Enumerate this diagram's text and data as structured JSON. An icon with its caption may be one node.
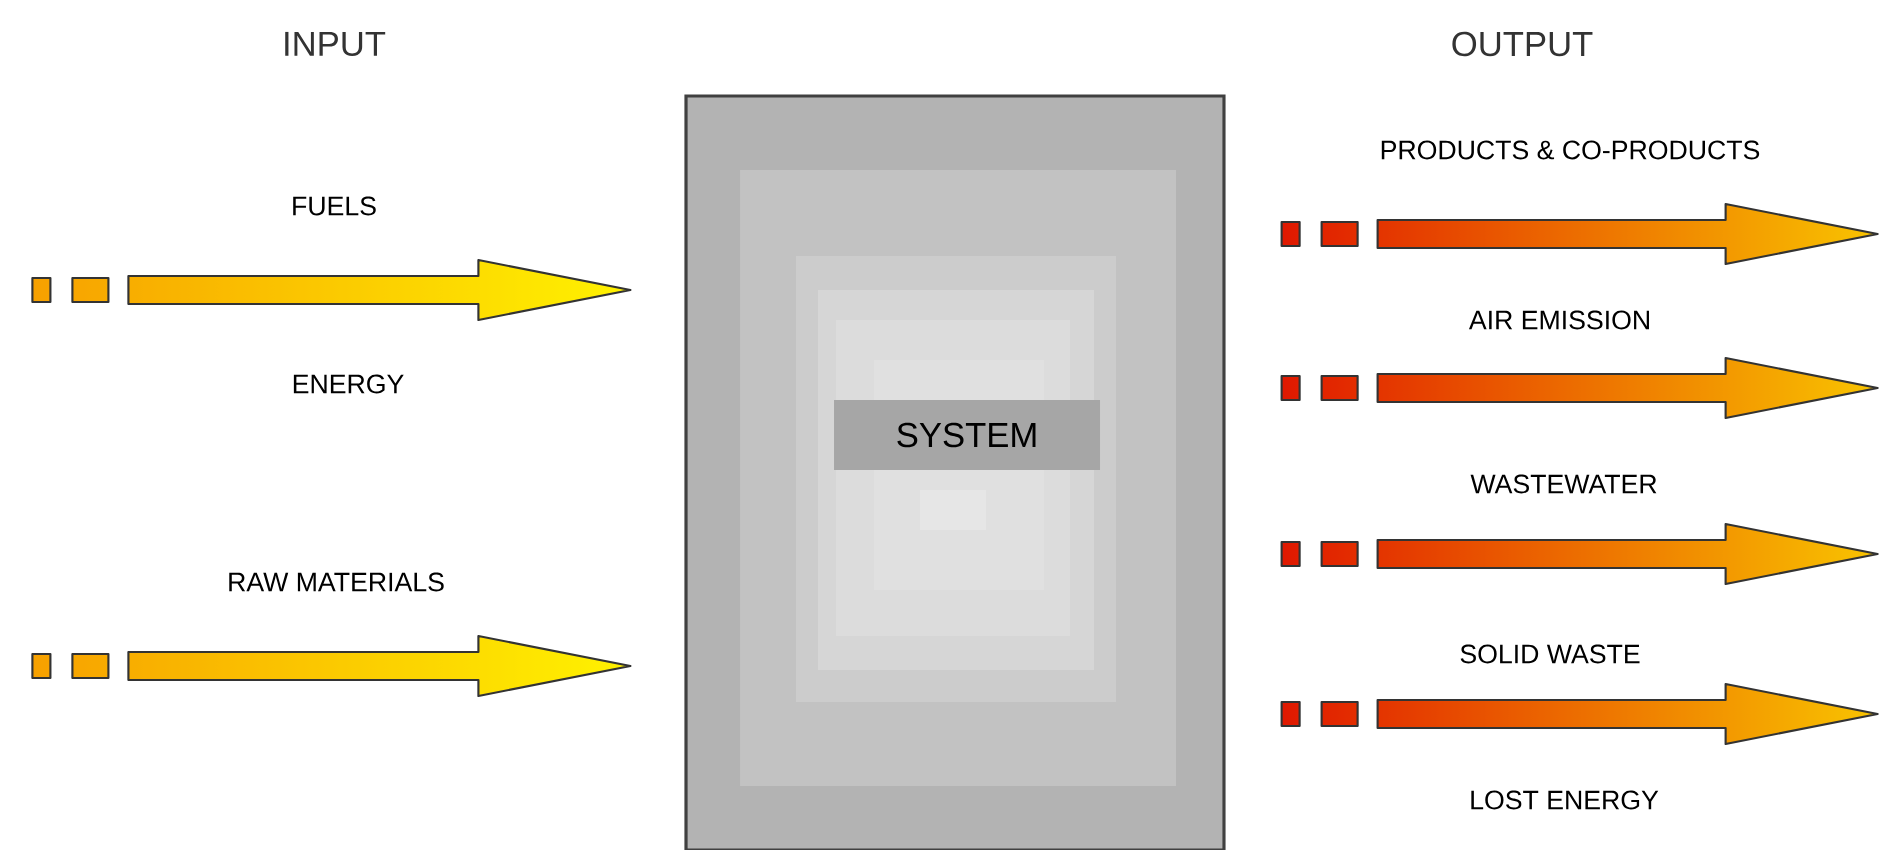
{
  "diagram": {
    "nodes": [
      {
        "text": [
          "SYSTEM"
        ]
      }
    ],
    "labels": [
      "INPUT",
      "OUTPUT",
      "FUELS",
      "ENERGY",
      "RAW MATERIALS",
      "PRODUCTS & CO-PRODUCTS",
      "AIR EMISSION",
      "WASTEWATER",
      "SOLID WASTE",
      "LOST ENERGY"
    ]
  }
}
